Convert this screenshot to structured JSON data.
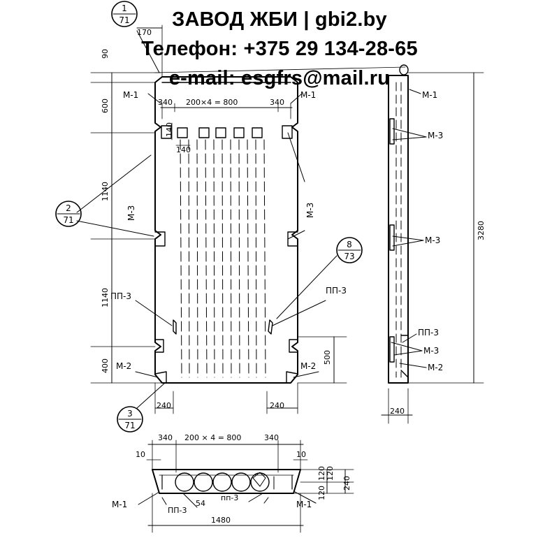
{
  "watermark": {
    "line1": "ЗАВОД ЖБИ | gbi2.by",
    "line2": "Телефон: +375 29 134-28-65",
    "line3": "e-mail: esgfrs@mail.ru"
  },
  "callouts": {
    "c1": {
      "num": "1",
      "sheet": "71"
    },
    "c2": {
      "num": "2",
      "sheet": "71"
    },
    "c3": {
      "num": "3",
      "sheet": "71"
    },
    "c8": {
      "num": "8",
      "sheet": "73"
    }
  },
  "labels": {
    "m1": "М-1",
    "m2": "М-2",
    "m3": "М-3",
    "pp3": "ПП-3",
    "pp3_lower": "пп-3"
  },
  "dims": {
    "top_170": "170",
    "left_90": "90",
    "left_600": "600",
    "left_1140_a": "1140",
    "left_1140_b": "1140",
    "left_400": "400",
    "right_500": "500",
    "side_3280": "3280",
    "side_240": "240",
    "top_340_l": "340",
    "top_span": "200×4 = 800",
    "top_340_r": "340",
    "hole_140_v": "140",
    "hole_140_h": "140",
    "bot_240_l": "240",
    "bot_240_r": "240",
    "plan_340_l": "340",
    "plan_span": "200 × 4 = 800",
    "plan_340_r": "340",
    "plan_10_l": "10",
    "plan_10_r": "10",
    "plan_120_a": "120",
    "plan_120_b": "120",
    "plan_120_c": "120",
    "plan_240": "240",
    "plan_54": "54",
    "plan_1480": "1480"
  }
}
